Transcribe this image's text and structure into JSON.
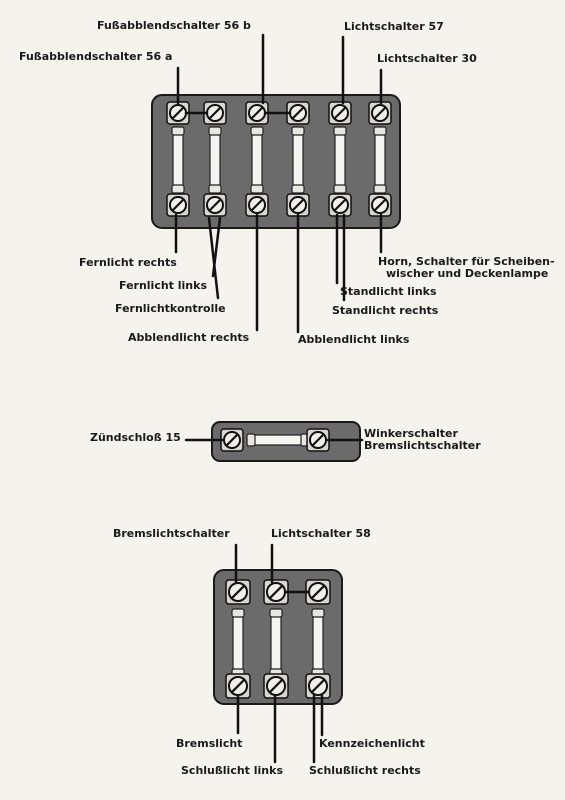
{
  "diagram": {
    "fusebox_top": {
      "labels_top": [
        "Fußabblendschalter 56 a",
        "Fußabblendschalter 56 b",
        "Lichtschalter 57",
        "Lichtschalter 30"
      ],
      "labels_bottom": [
        "Fernlicht rechts",
        "Fernlicht links",
        "Fernlichtkontrolle",
        "Abblendlicht rechts",
        "Abblendlicht links",
        "Standlicht links",
        "Standlicht rechts",
        "Horn, Schalter für Scheiben-",
        "wischer und Deckenlampe"
      ]
    },
    "fusebox_middle": {
      "label_left": "Zündschloß 15",
      "label_right_1": "Winkerschalter",
      "label_right_2": "Bremslichtschalter"
    },
    "fusebox_bottom": {
      "labels_top": [
        "Bremslichtschalter",
        "Lichtschalter  58"
      ],
      "labels_bottom": [
        "Bremslicht",
        "Kennzeichenlicht",
        "Schlußlicht links",
        "Schlußlicht rechts"
      ]
    }
  }
}
